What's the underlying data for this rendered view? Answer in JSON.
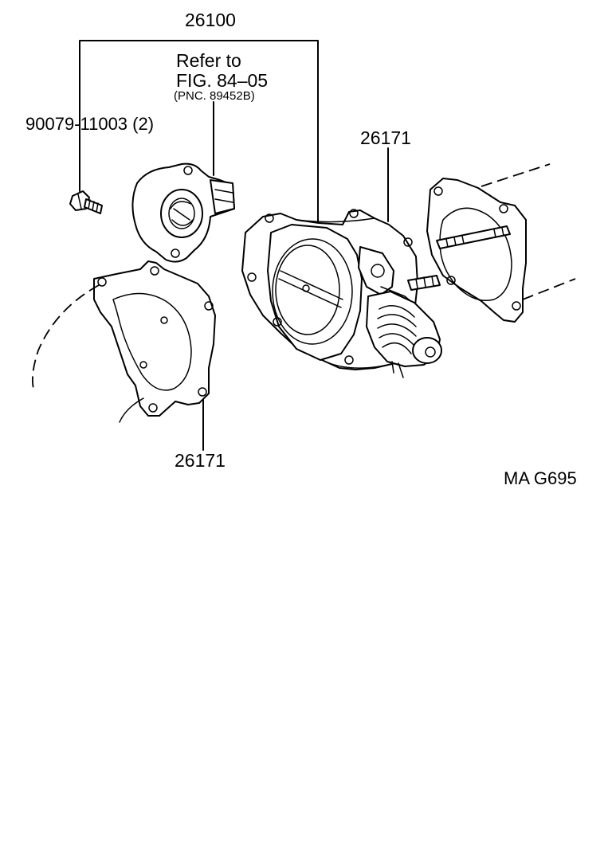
{
  "labels": {
    "assembly_part": "26100",
    "refer_line1": "Refer to",
    "refer_line2": "FIG. 84–05",
    "refer_pnc": "(PNC. 89452B)",
    "bolt_part": "90079-11003 (2)",
    "gasket_right_part": "26171",
    "gasket_left_part": "26171",
    "figure_code": "MA G695"
  }
}
